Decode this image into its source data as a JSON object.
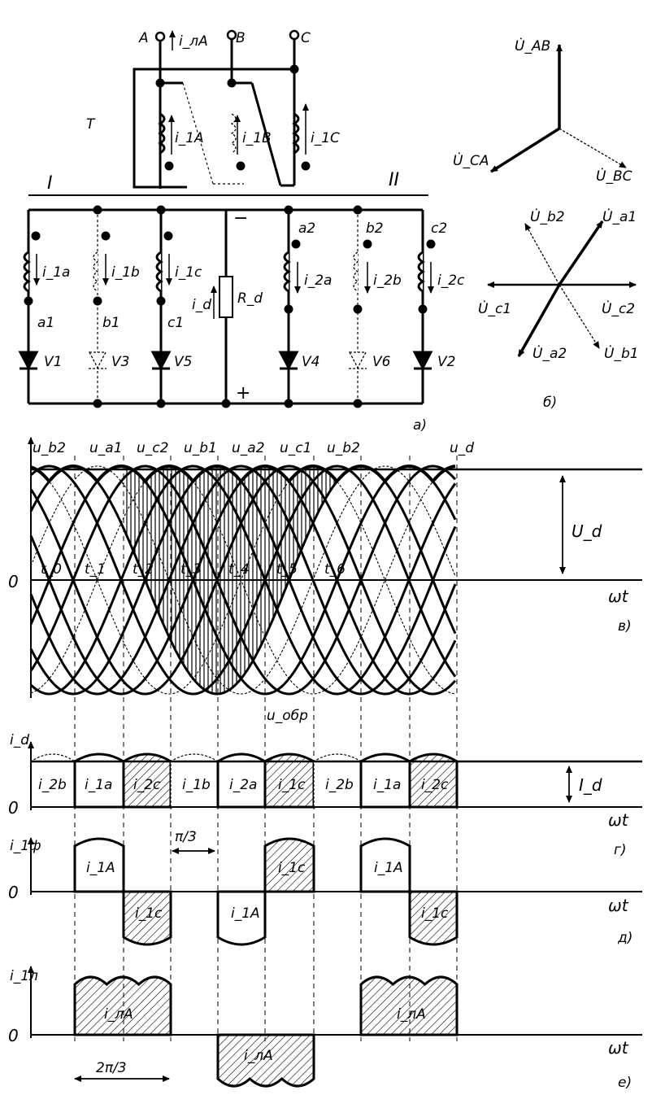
{
  "transformer": {
    "terminals": [
      "A",
      "B",
      "C"
    ],
    "line_current": "i_лA",
    "name": "T",
    "winding_currents": [
      "i_1A",
      "i_1B",
      "i_1C"
    ]
  },
  "bridge": {
    "group_left": "I",
    "group_right": "II",
    "minus": "−",
    "plus": "+",
    "load_resistor": "R_d",
    "load_current": "i_d",
    "secondary_currents_1": [
      "i_1a",
      "i_1b",
      "i_1c"
    ],
    "secondary_currents_2": [
      "i_2a",
      "i_2b",
      "i_2c"
    ],
    "phase_nodes_1": [
      "a1",
      "b1",
      "c1"
    ],
    "phase_nodes_2": [
      "a2",
      "b2",
      "c2"
    ],
    "diodes_1": [
      "V1",
      "V3",
      "V5"
    ],
    "diodes_2": [
      "V4",
      "V6",
      "V2"
    ],
    "panel_label": "а)"
  },
  "phasors_primary": {
    "labels": [
      "U̇_AB",
      "U̇_CA",
      "U̇_BC"
    ]
  },
  "phasors_secondary": {
    "labels": [
      "U̇_b2",
      "U̇_a1",
      "U̇_c1",
      "U̇_c2",
      "U̇_a2",
      "U̇_b1"
    ],
    "panel_label": "б)"
  },
  "chart_data": [
    {
      "type": "line",
      "panel": "в)",
      "top_labels": [
        "u_b2",
        "u_a1",
        "u_c2",
        "u_b1",
        "u_a2",
        "u_c1",
        "u_b2"
      ],
      "envelope_label": "u_d",
      "level_label": "U_d",
      "time_marks": [
        "t_0",
        "t_1",
        "t_2",
        "t_3",
        "t_4",
        "t_5",
        "t_6"
      ],
      "reverse_voltage_label": "u_обр",
      "origin": "0",
      "x_axis": "ωt",
      "phase_step_deg": 60,
      "phase_count": 6
    },
    {
      "type": "area",
      "panel": "г)",
      "y_label": "i_d",
      "level_label": "I_d",
      "pulse_labels": [
        "i_2b",
        "i_1a",
        "i_2c",
        "i_1b",
        "i_2a",
        "i_1c",
        "i_2b",
        "i_1a",
        "i_2c"
      ],
      "origin": "0",
      "x_axis": "ωt",
      "interval_label": "π/3"
    },
    {
      "type": "area",
      "panel": "д)",
      "y_label": "i_1ф",
      "pulse_labels": [
        "i_1A",
        "i_1c",
        "i_1c",
        "i_1A",
        "i_1A",
        "i_1c"
      ],
      "origin": "0",
      "x_axis": "ωt"
    },
    {
      "type": "area",
      "panel": "е)",
      "y_label": "i_1л",
      "pulse_labels": [
        "i_лA",
        "i_лA",
        "i_лA"
      ],
      "origin": "0",
      "x_axis": "ωt",
      "interval_label": "2π/3"
    }
  ]
}
